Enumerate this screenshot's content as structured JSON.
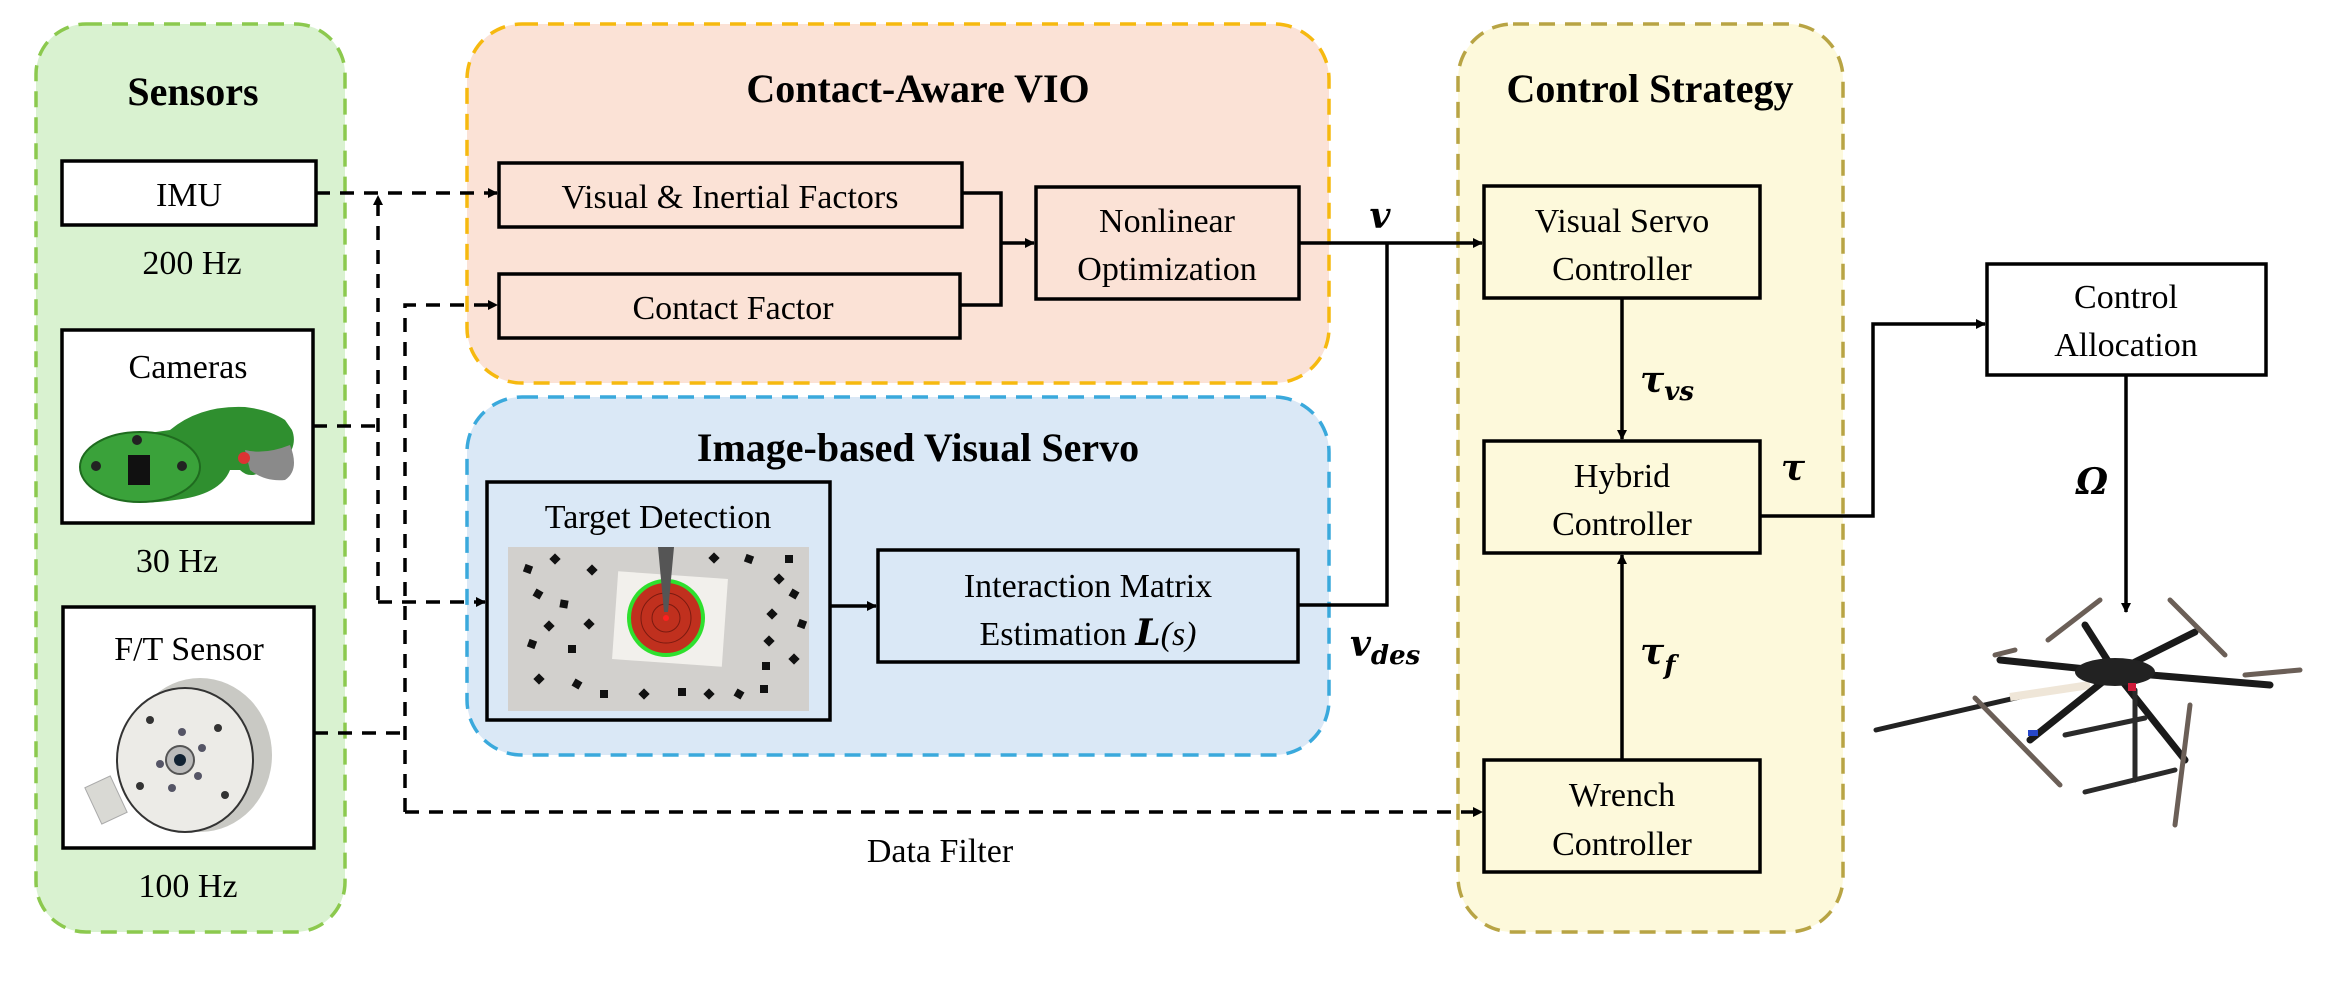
{
  "groups": {
    "sensors": {
      "title": "Sensors",
      "fill": "#d9f2d0",
      "border": "#8cc94e"
    },
    "vio": {
      "title": "Contact-Aware VIO",
      "fill": "#fbe2d6",
      "border": "#f6b90f"
    },
    "ibvs": {
      "title": "Image-based Visual Servo",
      "fill": "#dae8f6",
      "border": "#3aa9dc"
    },
    "control": {
      "title": "Control Strategy",
      "fill": "#fdf9db",
      "border": "#b8a444"
    }
  },
  "sensors": {
    "imu": {
      "label": "IMU",
      "rate": "200 Hz"
    },
    "cameras": {
      "label": "Cameras",
      "rate": "30 Hz"
    },
    "ft": {
      "label": "F/T Sensor",
      "rate": "100 Hz"
    }
  },
  "vio": {
    "visual_inertial": "Visual & Inertial Factors",
    "contact": "Contact Factor",
    "nonlinear": [
      "Nonlinear",
      "Optimization"
    ]
  },
  "ibvs": {
    "target_detection": "Target Detection",
    "interaction": [
      "Interaction Matrix",
      "Estimation "
    ],
    "interaction_math": "L",
    "interaction_math_arg": "(s)"
  },
  "control": {
    "visual_servo": [
      "Visual Servo",
      "Controller"
    ],
    "hybrid": [
      "Hybrid",
      "Controller"
    ],
    "wrench": [
      "Wrench",
      "Controller"
    ]
  },
  "allocation": [
    "Control",
    "Allocation"
  ],
  "signals": {
    "v": "v",
    "v_des_main": "v",
    "v_des_sub": "des",
    "tau": "τ",
    "tau_vs_main": "τ",
    "tau_vs_sub": "vs",
    "tau_f_main": "τ",
    "tau_f_sub": "f",
    "omega": "Ω"
  },
  "data_filter": "Data Filter"
}
